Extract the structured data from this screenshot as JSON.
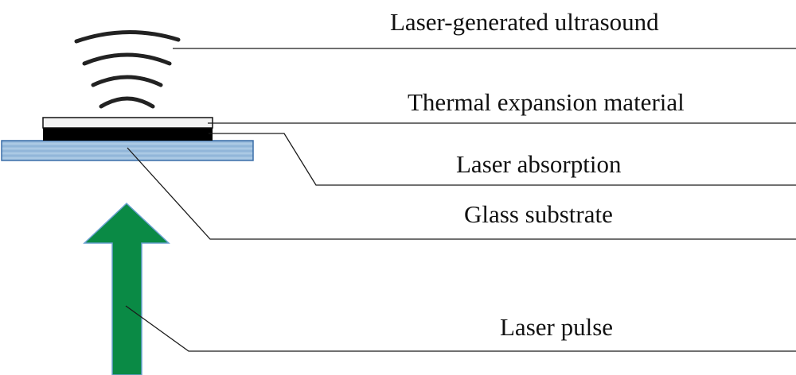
{
  "labels": {
    "ultrasound": "Laser-generated ultrasound",
    "thermal": "Thermal expansion material",
    "absorption": "Laser absorption",
    "glass": "Glass substrate",
    "pulse": "Laser pulse"
  },
  "colors": {
    "leader_line": "#1a1a1a",
    "wave": "#222222",
    "thermal_layer": "#f2f2f2",
    "absorption_layer": "#000000",
    "glass_fill": "#9dbfde",
    "glass_border": "#3b6fa8",
    "arrow_fill": "#0a8a45",
    "arrow_border": "#6aa0d0"
  }
}
